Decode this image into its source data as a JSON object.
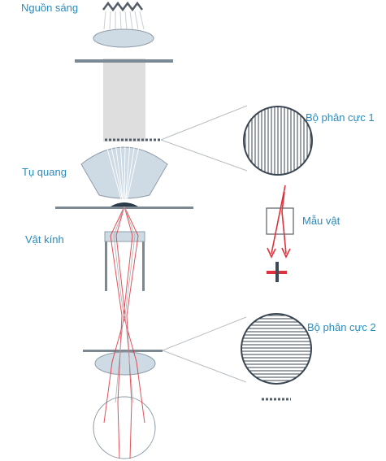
{
  "labels": {
    "light_source": "Nguồn sáng",
    "condenser": "Tụ quang",
    "objective": "Vật kính",
    "polarizer_1": "Bộ phân cực 1",
    "specimen": "Mẫu vật",
    "polarizer_2": "Bộ phân cực 2"
  },
  "colors": {
    "label_text": "#2a8bbd",
    "ray_red": "#e0323c",
    "lens_fill": "#cfdbe4",
    "lens_stroke": "#8e9ca8",
    "plate": "#7c8892",
    "beam": "#d9d9d9",
    "filter_line": "#555f69"
  },
  "icons": {
    "light_source": "zigzag-lamp-icon",
    "cross_mark": "red-cross-icon"
  }
}
